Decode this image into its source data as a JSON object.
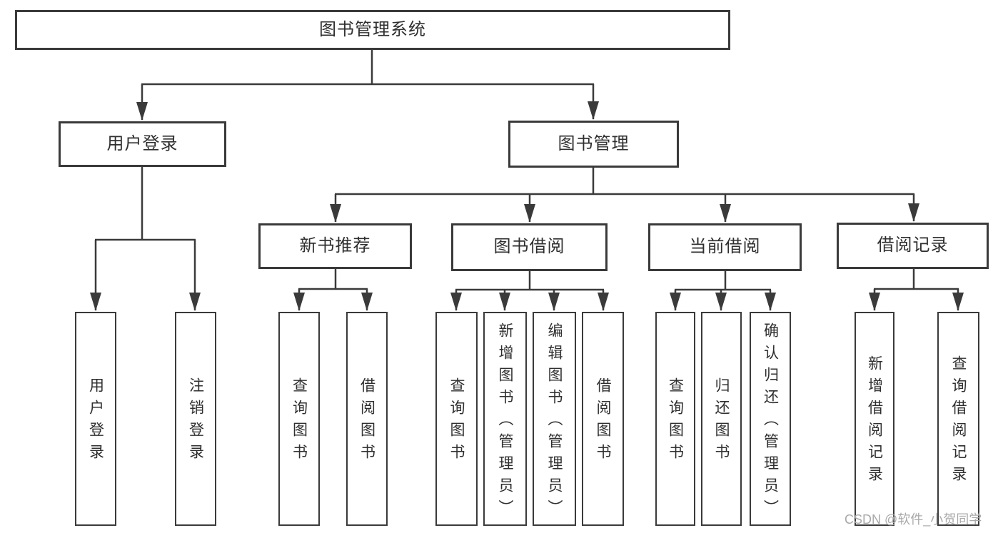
{
  "diagram": {
    "root": {
      "label": "图书管理系统"
    },
    "level2": {
      "user_login": "用户登录",
      "book_mgmt": "图书管理"
    },
    "level3": {
      "new_book_rec": "新书推荐",
      "book_borrow": "图书借阅",
      "current_borrow": "当前借阅",
      "borrow_records": "借阅记录"
    },
    "leaves": {
      "user_login": "用户登录",
      "logout": "注销登录",
      "nbr_query_books": "查询图书",
      "nbr_borrow_books": "借阅图书",
      "bb_query_books": "查询图书",
      "bb_add_books": "新增图书（管理员）",
      "bb_edit_books": "编辑图书（管理员）",
      "bb_borrow_books": "借阅图书",
      "cb_query_books": "查询图书",
      "cb_return_books": "归还图书",
      "cb_confirm_return": "确认归还（管理员）",
      "br_add_record": "新增借阅记录",
      "br_query_record": "查询借阅记录"
    }
  },
  "watermark": {
    "text": "CSDN @软件_小贺同学"
  },
  "colors": {
    "line": "#3a3a3a",
    "border": "#3a3a3a",
    "text": "#2f2f2f",
    "background": "#ffffff",
    "box_background": "#ffffff",
    "watermark": "#a9a9a9"
  }
}
